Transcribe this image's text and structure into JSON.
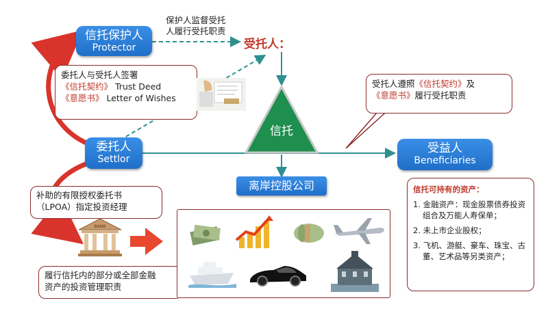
{
  "protector": {
    "cn": "信托保护人",
    "en": "Protector"
  },
  "protector_note": {
    "line1": "保护人监督受托",
    "line2": "人履行受托职责"
  },
  "trustee": {
    "label": "受托人："
  },
  "settlor_note": {
    "line1": "委托人与受托人签署",
    "line2_red": "《信托契约》",
    "line2_rest": "Trust Deed",
    "line3_red": "《意愿书》",
    "line3_rest": "Letter of Wishes"
  },
  "trust": {
    "label": "信托"
  },
  "trustee_note": {
    "line1_a": "受托人遵照",
    "line1_red": "《信托契约》",
    "line1_b": "及",
    "line2_red": "《意愿书》",
    "line2_b": "履行受托职责"
  },
  "settlor": {
    "cn": "委托人",
    "en": "Settlor"
  },
  "beneficiaries": {
    "cn": "受益人",
    "en": "Beneficiaries"
  },
  "holding": {
    "label": "离岸控股公司"
  },
  "lpoa_note": {
    "line1": "补助的有限授权委托书",
    "line2": "（LPOA）指定投资经理"
  },
  "bank": {
    "label": "BANK"
  },
  "asset_mgmt_note": {
    "line1": "履行信托内的部分或全部金融",
    "line2": "资产的投资管理职责"
  },
  "assets": {
    "title": "信托可持有的资产：",
    "items": [
      {
        "line1": "1. 金融资产：现金股票债券投资",
        "line2": "组合及万能人寿保单；"
      },
      {
        "line1": "2. 未上市企业股权；",
        "line2": ""
      },
      {
        "line1": "3. 飞机、游艇、豪车、珠宝、古",
        "line2": "董、艺术品等另类资产；"
      }
    ]
  },
  "icons": {
    "documents": "document-signing-icon",
    "money1": "money-stack-icon",
    "chart": "growth-chart-icon",
    "money2": "money-roll-icon",
    "plane": "airplane-icon",
    "ship": "cruise-ship-icon",
    "car": "sports-car-icon",
    "house": "mansion-icon"
  },
  "colors": {
    "blue": "#1f6fc8",
    "green": "#1e8f4e",
    "red": "#d9342b",
    "dark_red": "#8a2a2a",
    "teal": "#2f8f8f"
  }
}
